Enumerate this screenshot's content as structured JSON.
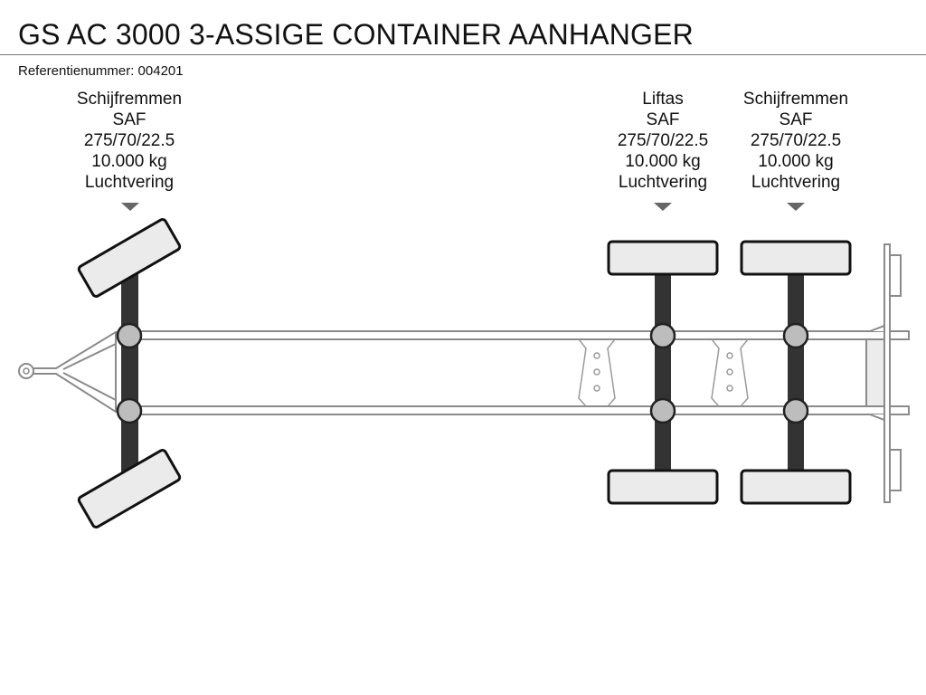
{
  "header": {
    "title": "GS AC 3000 3-ASSIGE CONTAINER AANHANGER",
    "reference": "Referentienummer: 004201"
  },
  "colors": {
    "tire_fill": "#ebebeb",
    "axle": "#333333",
    "hub": "#bdbdbd",
    "frame": "#8a8a8a",
    "marker": "#666666"
  },
  "axles": [
    {
      "type": "Schijfremmen",
      "brand": "SAF",
      "tire": "275/70/22.5",
      "load": "10.000 kg",
      "suspension": "Luchtvering"
    },
    {
      "type": "Liftas",
      "brand": "SAF",
      "tire": "275/70/22.5",
      "load": "10.000 kg",
      "suspension": "Luchtvering"
    },
    {
      "type": "Schijfremmen",
      "brand": "SAF",
      "tire": "275/70/22.5",
      "load": "10.000 kg",
      "suspension": "Luchtvering"
    }
  ]
}
